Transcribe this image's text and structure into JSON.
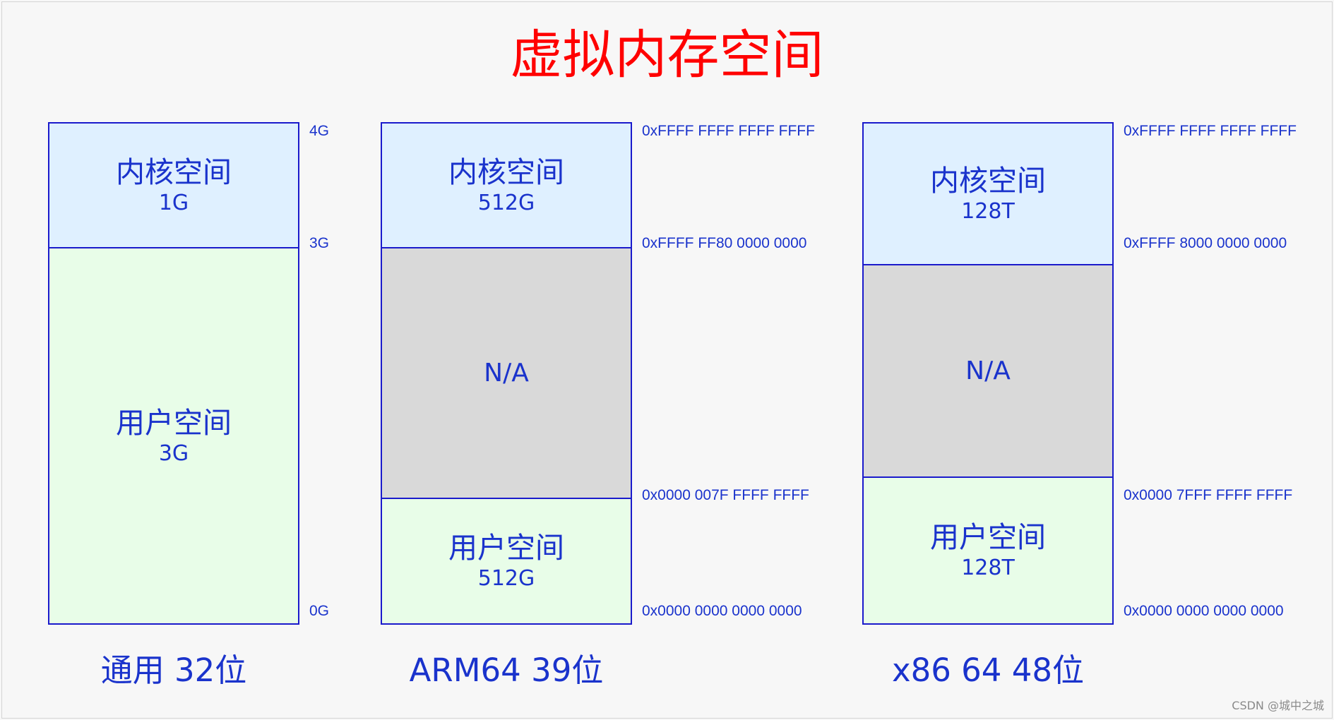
{
  "title": "虚拟内存空间",
  "columns": [
    {
      "caption": "通用 32位",
      "kernel": {
        "name": "内核空间",
        "size": "1G"
      },
      "user": {
        "name": "用户空间",
        "size": "3G"
      },
      "addresses": {
        "top": "4G",
        "kernel_bottom": "3G",
        "bottom": "0G"
      }
    },
    {
      "caption": "ARM64 39位",
      "kernel": {
        "name": "内核空间",
        "size": "512G"
      },
      "gap": {
        "label": "N/A"
      },
      "user": {
        "name": "用户空间",
        "size": "512G"
      },
      "addresses": {
        "top": "0xFFFF FFFF FFFF FFFF",
        "kernel_bottom": "0xFFFF FF80 0000 0000",
        "user_top": "0x0000 007F FFFF FFFF",
        "bottom": "0x0000 0000 0000 0000"
      }
    },
    {
      "caption": "x86 64 48位",
      "kernel": {
        "name": "内核空间",
        "size": "128T"
      },
      "gap": {
        "label": "N/A"
      },
      "user": {
        "name": "用户空间",
        "size": "128T"
      },
      "addresses": {
        "top": "0xFFFF FFFF FFFF FFFF",
        "kernel_bottom": "0xFFFF 8000 0000 0000",
        "user_top": "0x0000 7FFF FFFF FFFF",
        "bottom": "0x0000 0000 0000 0000"
      }
    }
  ],
  "watermark": "CSDN @城中之城",
  "colors": {
    "title": "#ff0000",
    "text": "#1a33cc",
    "border": "#1a1acc",
    "kernel_fill": "#dff0ff",
    "user_fill": "#e8fde8",
    "gap_fill": "#d9d9d9",
    "background": "#f7f7f7"
  }
}
